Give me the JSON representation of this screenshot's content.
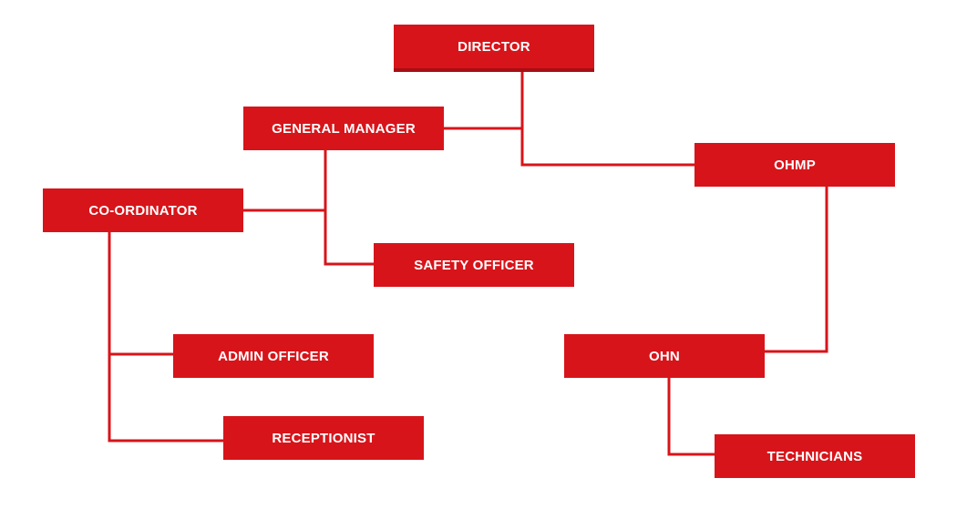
{
  "org_chart": {
    "director": "DIRECTOR",
    "general_manager": "GENERAL MANAGER",
    "ohmp": "OHMP",
    "coordinator": "CO-ORDINATOR",
    "safety_officer": "SAFETY OFFICER",
    "admin_officer": "ADMIN OFFICER",
    "receptionist": "RECEPTIONIST",
    "ohn": "OHN",
    "technicians": "TECHNICIANS"
  },
  "colors": {
    "box": "#d7141a",
    "connector": "#d7141a",
    "box_shadow": "#a50f13",
    "text": "#ffffff"
  }
}
